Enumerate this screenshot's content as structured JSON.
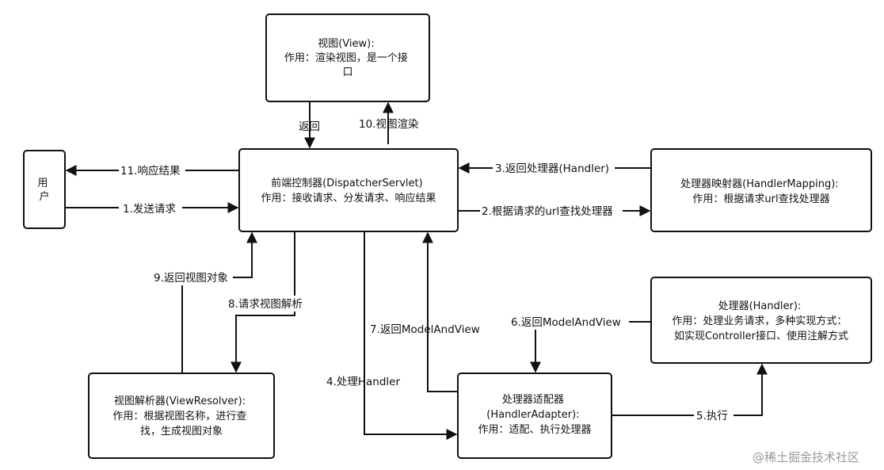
{
  "nodes": {
    "view": {
      "lines": [
        "视图(View):",
        "作用：渲染视图，是一个接",
        "口"
      ]
    },
    "user": {
      "lines": [
        "用",
        "户"
      ]
    },
    "dispatcher": {
      "lines": [
        "前端控制器(DispatcherServlet)",
        "作用：接收请求、分发请求、响应结果"
      ]
    },
    "mapping": {
      "lines": [
        "处理器映射器(HandlerMapping):",
        "作用：根据请求url查找处理器"
      ]
    },
    "handler": {
      "lines": [
        "处理器(Handler):",
        "作用：处理业务请求，多种实现方式：",
        "如实现Controller接口、使用注解方式"
      ]
    },
    "resolver": {
      "lines": [
        "视图解析器(ViewResolver):",
        "作用：根据视图名称，进行查",
        "找，生成视图对象"
      ]
    },
    "adapter": {
      "lines": [
        "处理器适配器",
        "(HandlerAdapter):",
        "作用：适配、执行处理器"
      ]
    }
  },
  "edges": {
    "e1": "1.发送请求",
    "e2": "2.根据请求的url查找处理器",
    "e3": "3.返回处理器(Handler)",
    "e4": "4.处理Handler",
    "e5": "5.执行",
    "e6": "6.返回ModelAndView",
    "e7": "7.返回ModelAndView",
    "e8": "8.请求视图解析",
    "e9": "9.返回视图对象",
    "e10": "10.视图渲染",
    "e11": "11.响应结果",
    "eback": "返回"
  },
  "watermark": "@稀土掘金技术社区",
  "colors": {
    "stroke": "#111111",
    "background": "#ffffff",
    "watermark": "#9a9a9a"
  }
}
